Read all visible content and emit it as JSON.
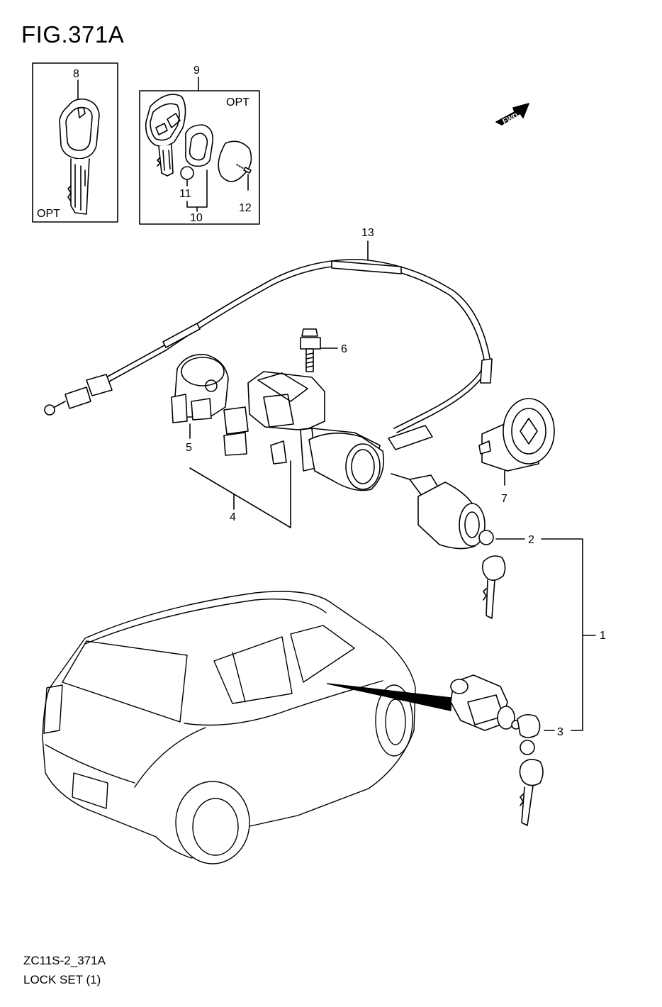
{
  "figure": {
    "title": "FIG.371A"
  },
  "footer": {
    "code": "ZC11S-2_371A",
    "name": "LOCK SET (1)"
  },
  "opt_labels": {
    "box_key": "OPT",
    "box_remote": "OPT"
  },
  "fwd_arrow": {
    "text": "FWD"
  },
  "parts": {
    "p1": "1",
    "p2": "2",
    "p3": "3",
    "p4": "4",
    "p5": "5",
    "p6": "6",
    "p7": "7",
    "p8": "8",
    "p9": "9",
    "p10": "10",
    "p11": "11",
    "p12": "12",
    "p13": "13"
  },
  "colors": {
    "line": "#000000",
    "background": "#ffffff"
  }
}
